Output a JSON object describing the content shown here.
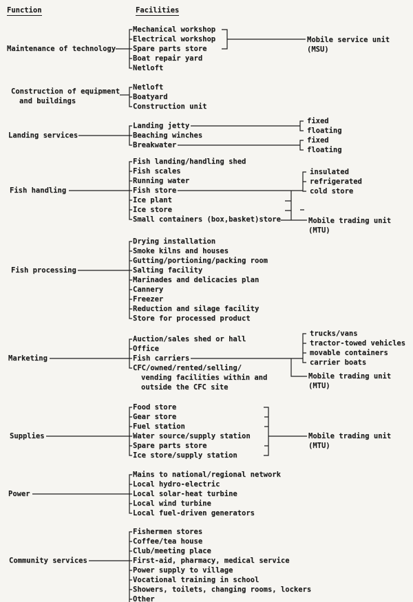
{
  "colors": {
    "ink": "#1b1b1b",
    "paper": "#f6f5f1"
  },
  "headers": {
    "function": "Function",
    "facilities": "Facilities"
  },
  "sections": [
    {
      "function": "Maintenance of technology",
      "items": [
        "Mechanical workshop",
        "Electrical workshop",
        "Spare parts store",
        "Boat repair yard",
        "Netloft"
      ],
      "right": {
        "unit": "Mobile service unit",
        "abbr": "(MSU)"
      }
    },
    {
      "function": "Construction of equipment",
      "function2": "and buildings",
      "items": [
        "Netloft",
        "Boatyard",
        "Construction unit"
      ]
    },
    {
      "function": "Landing services",
      "items": [
        "Landing jetty",
        "Beaching winches",
        "Breakwater"
      ],
      "jetty_types": [
        "fixed",
        "floating"
      ],
      "breakwater_types": [
        "fixed",
        "floating"
      ]
    },
    {
      "function": "Fish handling",
      "items": [
        "Fish landing/handling shed",
        "Fish scales",
        "Running water",
        "Fish store",
        "Ice plant",
        "Ice store",
        "Small containers (box,basket)store"
      ],
      "store_types": [
        "insulated",
        "refrigerated",
        "cold store"
      ],
      "mtu": {
        "unit": "Mobile trading unit",
        "abbr": "(MTU)"
      }
    },
    {
      "function": "Fish processing",
      "items": [
        "Drying installation",
        "Smoke kilns and houses",
        "Gutting/portioning/packing room",
        "Salting facility",
        "Marinades and delicacies plan",
        "Cannery",
        "Freezer",
        "Reduction and silage facility",
        "Store for processed product"
      ]
    },
    {
      "function": "Marketing",
      "items": [
        "Auction/sales shed or hall",
        "Office",
        "Fish carriers",
        "CFC/owned/rented/selling/",
        "vending facilities within and",
        "outside the CFC site"
      ],
      "carrier_types": [
        "trucks/vans",
        "tractor-towed vehicles",
        "movable containers",
        "carrier boats"
      ],
      "mtu": {
        "unit": "Mobile trading unit",
        "abbr": "(MTU)"
      }
    },
    {
      "function": "Supplies",
      "items": [
        "Food store",
        "Gear store",
        "Fuel station",
        "Water source/supply station",
        "Spare parts store",
        "Ice store/supply station"
      ],
      "mtu": {
        "unit": "Mobile trading unit",
        "abbr": "(MTU)"
      }
    },
    {
      "function": "Power",
      "items": [
        "Mains to national/regional network",
        "Local hydro-electric",
        "Local solar-heat turbine",
        "Local wind turbine",
        "Local fuel-driven generators"
      ]
    },
    {
      "function": "Community services",
      "items": [
        "Fishermen stores",
        "Coffee/tea house",
        "Club/meeting place",
        "First-aid, pharmacy, medical service",
        "Power supply to village",
        "Vocational training in school",
        "Showers, toilets, changing rooms, lockers",
        "Other"
      ]
    }
  ]
}
